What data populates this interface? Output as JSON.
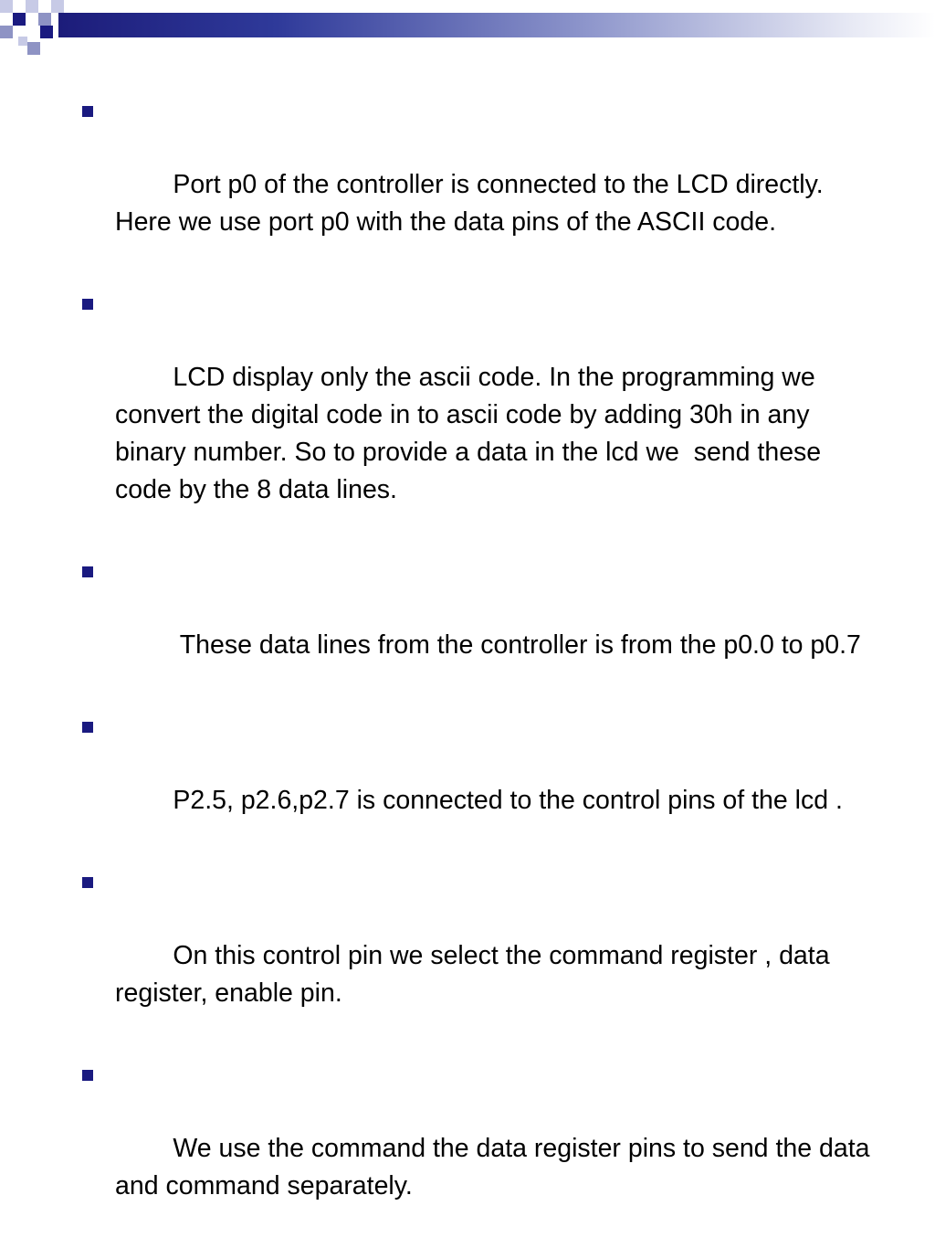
{
  "slide": {
    "accent_color": "#1a1a80",
    "bullet_icon": "square-bullet-icon",
    "bullets": [
      "Port p0 of the controller is connected to the LCD directly. Here we use port p0 with the data pins of the ASCII code.",
      "LCD display only the ascii code. In the programming we convert the digital code in to ascii code by adding 30h in any binary number. So to provide a data in the lcd we  send these code by the 8 data lines.",
      " These data lines from the controller is from the p0.0 to p0.7",
      "P2.5, p2.6,p2.7 is connected to the control pins of the lcd .",
      "On this control pin we select the command register , data register, enable pin.",
      "We use the command the data register pins to send the data and command separately."
    ]
  }
}
